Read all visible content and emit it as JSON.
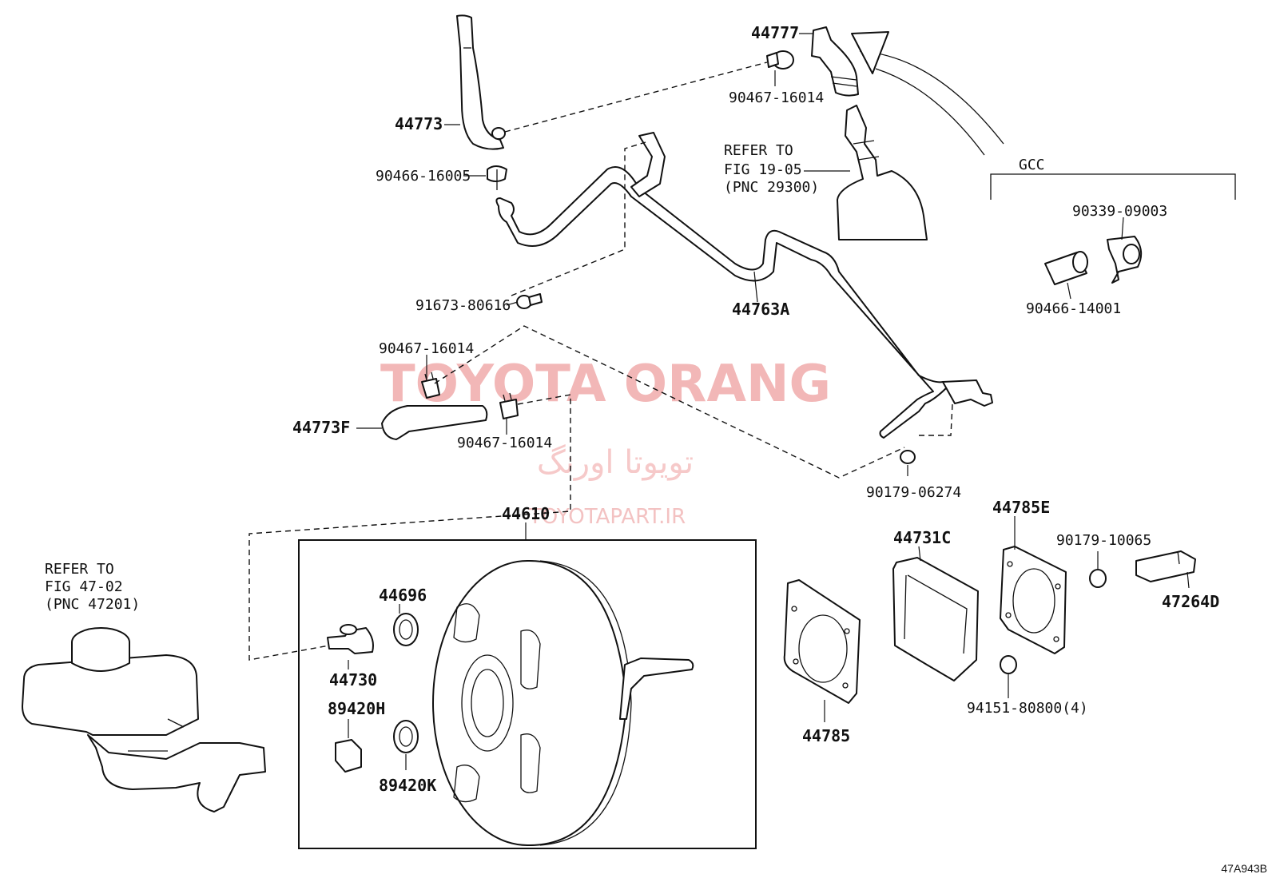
{
  "watermark": {
    "brand": "TOYOTA ORANG",
    "persian": "تویوتا اورنگ",
    "url": "TOYOTAPART.IR"
  },
  "diagram_code": "47A943B",
  "group_label": "GCC",
  "references": [
    {
      "line1": "REFER TO",
      "line2": "FIG 19-05",
      "line3": "(PNC 29300)"
    },
    {
      "line1": "REFER TO",
      "line2": "FIG 47-02",
      "line3": "(PNC 47201)"
    }
  ],
  "parts": {
    "p44777": "44777",
    "p90467_16014_top": "90467-16014",
    "p44773": "44773",
    "p90466_16005": "90466-16005",
    "p91673_80616": "91673-80616",
    "p44763A": "44763A",
    "p90339_09003": "90339-09003",
    "p90466_14001": "90466-14001",
    "p90467_16014_a": "90467-16014",
    "p44773F": "44773F",
    "p90467_16014_b": "90467-16014",
    "p90179_06274": "90179-06274",
    "p44610": "44610",
    "p44696": "44696",
    "p44730": "44730",
    "p89420H": "89420H",
    "p89420K": "89420K",
    "p44731C": "44731C",
    "p44785E": "44785E",
    "p90179_10065": "90179-10065",
    "p47264D": "47264D",
    "p44785": "44785",
    "p94151_80800": "94151-80800(4)"
  }
}
